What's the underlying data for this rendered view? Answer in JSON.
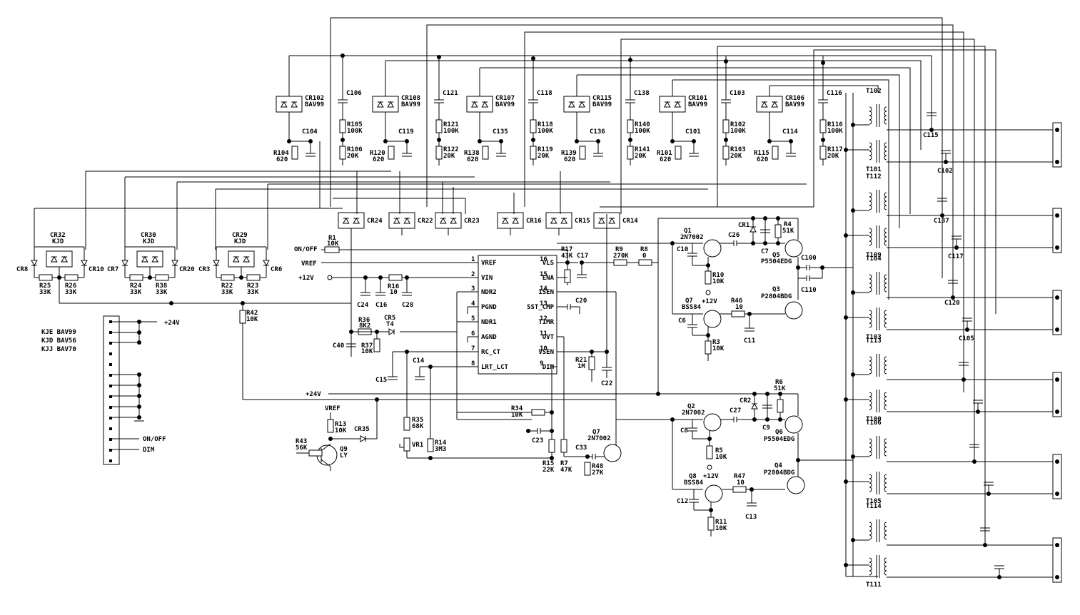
{
  "ic": {
    "left_pins": [
      {
        "num": "1",
        "name": "VREF"
      },
      {
        "num": "2",
        "name": "VIN"
      },
      {
        "num": "3",
        "name": "NDR2"
      },
      {
        "num": "4",
        "name": "PGND"
      },
      {
        "num": "5",
        "name": "NDR1"
      },
      {
        "num": "6",
        "name": "AGND"
      },
      {
        "num": "7",
        "name": "RC_CT"
      },
      {
        "num": "8",
        "name": "LRT_LCT"
      }
    ],
    "right_pins": [
      {
        "num": "16",
        "name": "VLS"
      },
      {
        "num": "15",
        "name": "ENA"
      },
      {
        "num": "14",
        "name": "ISEN"
      },
      {
        "num": "13",
        "name": "SST_CMP"
      },
      {
        "num": "12",
        "name": "TIMR"
      },
      {
        "num": "11",
        "name": "OVT"
      },
      {
        "num": "10",
        "name": "VSEN"
      },
      {
        "num": "9",
        "name": "DIM"
      }
    ]
  },
  "legend": [
    "KJE BAV99",
    "KJD BAV56",
    "KJJ BAV70"
  ],
  "nets": {
    "on_off": "ON/OFF",
    "vref": "VREF",
    "p12v": "+12V",
    "p24v": "+24V",
    "dim": "DIM"
  },
  "top_cells": [
    {
      "cr": "CR102",
      "cr_type": "BAV99",
      "c_top": "C106",
      "r_top": "R105",
      "r_top_val": "100K",
      "r_bot": "R106",
      "r_bot_val": "20K",
      "r_diode": "R104",
      "r_diode_val": "620",
      "c_side": "C104"
    },
    {
      "cr": "CR108",
      "cr_type": "BAV99",
      "c_top": "C121",
      "r_top": "R121",
      "r_top_val": "100K",
      "r_bot": "R122",
      "r_bot_val": "20K",
      "r_diode": "R120",
      "r_diode_val": "620",
      "c_side": "C119"
    },
    {
      "cr": "CR107",
      "cr_type": "BAV99",
      "c_top": "C118",
      "r_top": "R118",
      "r_top_val": "100K",
      "r_bot": "R119",
      "r_bot_val": "20K",
      "r_diode": "R138",
      "r_diode_val": "620",
      "c_side": "C135"
    },
    {
      "cr": "CR115",
      "cr_type": "BAV99",
      "c_top": "C138",
      "r_top": "R140",
      "r_top_val": "100K",
      "r_bot": "R141",
      "r_bot_val": "20K",
      "r_diode": "R139",
      "r_diode_val": "620",
      "c_side": "C136"
    },
    {
      "cr": "CR101",
      "cr_type": "BAV99",
      "c_top": "C103",
      "r_top": "R102",
      "r_top_val": "100K",
      "r_bot": "R103",
      "r_bot_val": "20K",
      "r_diode": "R101",
      "r_diode_val": "620",
      "c_side": "C101"
    },
    {
      "cr": "CR106",
      "cr_type": "BAV99",
      "c_top": "C116",
      "r_top": "R116",
      "r_top_val": "100K",
      "r_bot": "R117",
      "r_bot_val": "20K",
      "r_diode": "R115",
      "r_diode_val": "620",
      "c_side": "C114"
    }
  ],
  "mid_diodes": [
    "CR24",
    "CR22",
    "CR23",
    "CR16",
    "CR15",
    "CR14"
  ],
  "kjd_cells": [
    {
      "cr": "CR32",
      "type": "KJD",
      "d_left": "CR8",
      "d_right": "CR10",
      "r_left": "R25",
      "r_left_val": "33K",
      "r_right": "R26",
      "r_right_val": "33K"
    },
    {
      "cr": "CR30",
      "type": "KJD",
      "d_left": "CR7",
      "d_right": "CR20",
      "r_left": "R24",
      "r_left_val": "33K",
      "r_right": "R38",
      "r_right_val": "33K"
    },
    {
      "cr": "CR29",
      "type": "KJD",
      "d_left": "CR3",
      "d_right": "CR6",
      "r_left": "R22",
      "r_left_val": "33K",
      "r_right": "R23",
      "r_right_val": "33K"
    }
  ],
  "transformers": [
    {
      "top": "T102",
      "bot": "T101",
      "c_a": "C115",
      "c_b": "C102"
    },
    {
      "top": "T112",
      "bot": "T109",
      "c_a": "C137",
      "c_b": "C117"
    },
    {
      "top": "T104",
      "bot": "T103",
      "c_a": "C120",
      "c_b": "C105"
    },
    {
      "top": "T113",
      "bot": "T100",
      "c_a": "",
      "c_b": ""
    },
    {
      "top": "T106",
      "bot": "T105",
      "c_a": "",
      "c_b": ""
    },
    {
      "top": "T114",
      "bot": "T111",
      "c_a": "",
      "c_b": ""
    }
  ],
  "labels": {
    "r1": "R1",
    "r1v": "10K",
    "r17": "R17",
    "r17v": "43K",
    "c17": "C17",
    "r9": "R9",
    "r9v": "270K",
    "r8": "R8",
    "r8v": "0",
    "r16": "R16",
    "r16v": "10",
    "c24": "C24",
    "c16": "C16",
    "c28": "C28",
    "r36": "R36",
    "r36v": "8K2",
    "cr5": "CR5",
    "t4": "T4",
    "c40": "C40",
    "r37": "R37",
    "r37v": "10K",
    "c15": "C15",
    "c14": "C14",
    "c20": "C20",
    "r21": "R21",
    "r21v": "1M",
    "c22": "C22",
    "r42": "R42",
    "r42v": "10K",
    "r34": "R34",
    "r34v": "10K",
    "c23": "C23",
    "r35": "R35",
    "r35v": "68K",
    "vr1": "VR1",
    "r14": "R14",
    "r14v": "3M3",
    "r15": "R15",
    "r15v": "22K",
    "r7": "R7",
    "r7v": "47K",
    "c33": "C33",
    "r48": "R48",
    "r48v": "27K",
    "q7b": "Q7",
    "q7bt": "2N7002",
    "r13": "R13",
    "r13v": "10K",
    "cr35": "CR35",
    "r43": "R43",
    "r43v": "56K",
    "q9": "Q9",
    "q9t": "LY",
    "q1": "Q1",
    "q1t": "2N7002",
    "c10": "C10",
    "r10": "R10",
    "r10v": "10K",
    "cr1": "CR1",
    "c26": "C26",
    "c7": "C7",
    "r4": "R4",
    "r4v": "51K",
    "q5": "Q5",
    "q5t": "P5504EDG",
    "c100": "C100",
    "c110": "C110",
    "q7": "Q7",
    "q7t": "BSS84",
    "c6": "C6",
    "r46": "R46",
    "r46v": "10",
    "q3": "Q3",
    "q3t": "P2804BDG",
    "c11": "C11",
    "r3": "R3",
    "r3v": "10K",
    "q2": "Q2",
    "q2t": "2N7002",
    "c8": "C8",
    "r5": "R5",
    "r5v": "10K",
    "cr2": "CR2",
    "c27": "C27",
    "c9": "C9",
    "r6": "R6",
    "r6v": "51K",
    "q6": "Q6",
    "q6t": "P5504EDG",
    "q8": "Q8",
    "q8t": "BSS84",
    "c12": "C12",
    "r47": "R47",
    "r47v": "10",
    "q4": "Q4",
    "q4t": "P2804BDG",
    "c13": "C13",
    "r11": "R11",
    "r11v": "10K"
  }
}
